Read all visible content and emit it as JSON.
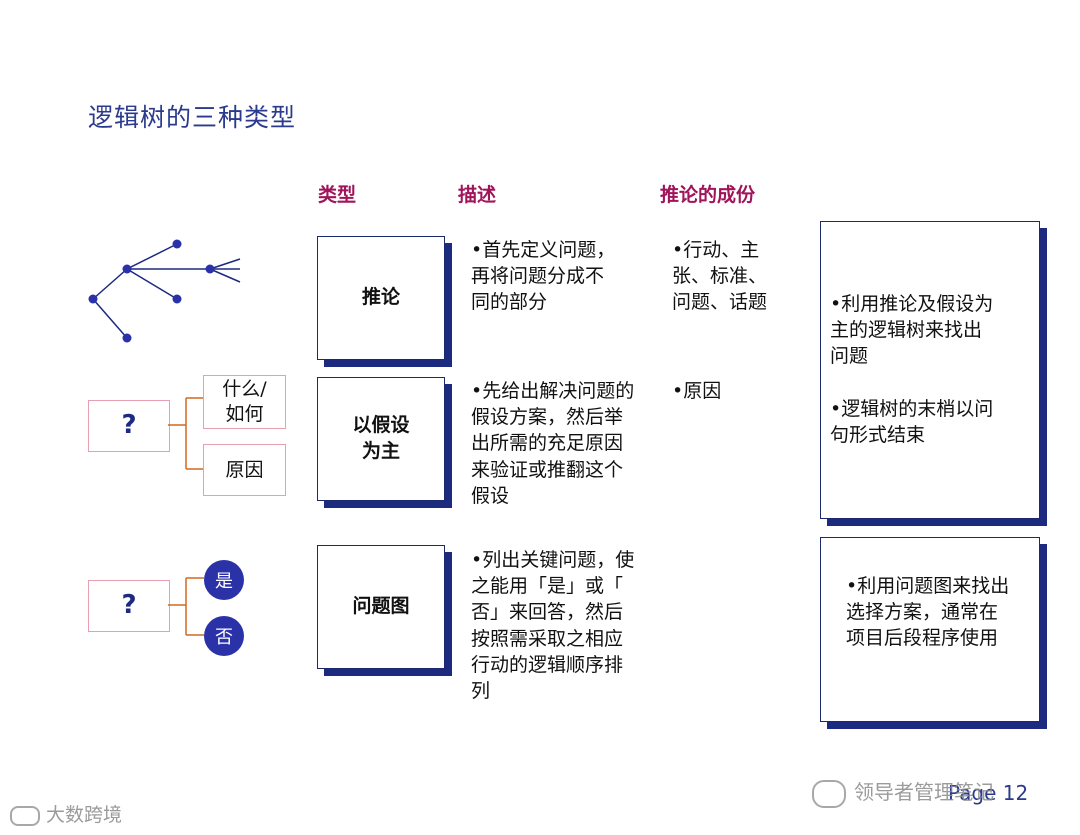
{
  "title": "逻辑树的三种类型",
  "headers": {
    "type": "类型",
    "desc": "描述",
    "components": "推论的成份"
  },
  "rows": [
    {
      "type_lines": [
        "推论"
      ],
      "desc_lines": [
        "•首先定义问题，",
        "再将问题分成不",
        "同的部分"
      ],
      "comp_lines": [
        "•行动、主",
        "张、标准、",
        "问题、话题"
      ]
    },
    {
      "type_lines": [
        "以假设",
        "为主"
      ],
      "desc_lines": [
        "•先给出解决问题的",
        "假设方案，然后举",
        "出所需的充足原因",
        "来验证或推翻这个",
        "假设"
      ],
      "comp_lines": [
        "•原因"
      ]
    },
    {
      "type_lines": [
        "问题图"
      ],
      "desc_lines": [
        "•列出关键问题，使",
        "之能用「是」或「",
        "否」来回答，然后",
        "按照需采取之相应",
        "行动的逻辑顺序排",
        "列"
      ],
      "comp_lines": []
    }
  ],
  "summary_boxes": [
    {
      "paragraphs": [
        [
          "•利用推论及假设为",
          "主的逻辑树来找出",
          "问题"
        ],
        [
          "•逻辑树的末梢以问",
          "句形式结束"
        ]
      ]
    },
    {
      "paragraphs": [
        [
          "•利用问题图来找出",
          "选择方案，通常在",
          "项目后段程序使用"
        ]
      ]
    }
  ],
  "diagram_hypothesis": {
    "question": "?",
    "options": [
      "什么/\n如何",
      "原因"
    ]
  },
  "diagram_issue": {
    "question": "?",
    "yes": "是",
    "no": "否"
  },
  "page_label": "Page 12",
  "watermarks": {
    "left": "大数跨境",
    "right": "领导者管理笔记"
  },
  "colors": {
    "title": "#2b3a8c",
    "header": "#a0145a",
    "box_shadow": "#1c2a80",
    "pink_border": "#e6a0b2",
    "bracket": "#d2691e",
    "circle": "#2b32a8"
  }
}
